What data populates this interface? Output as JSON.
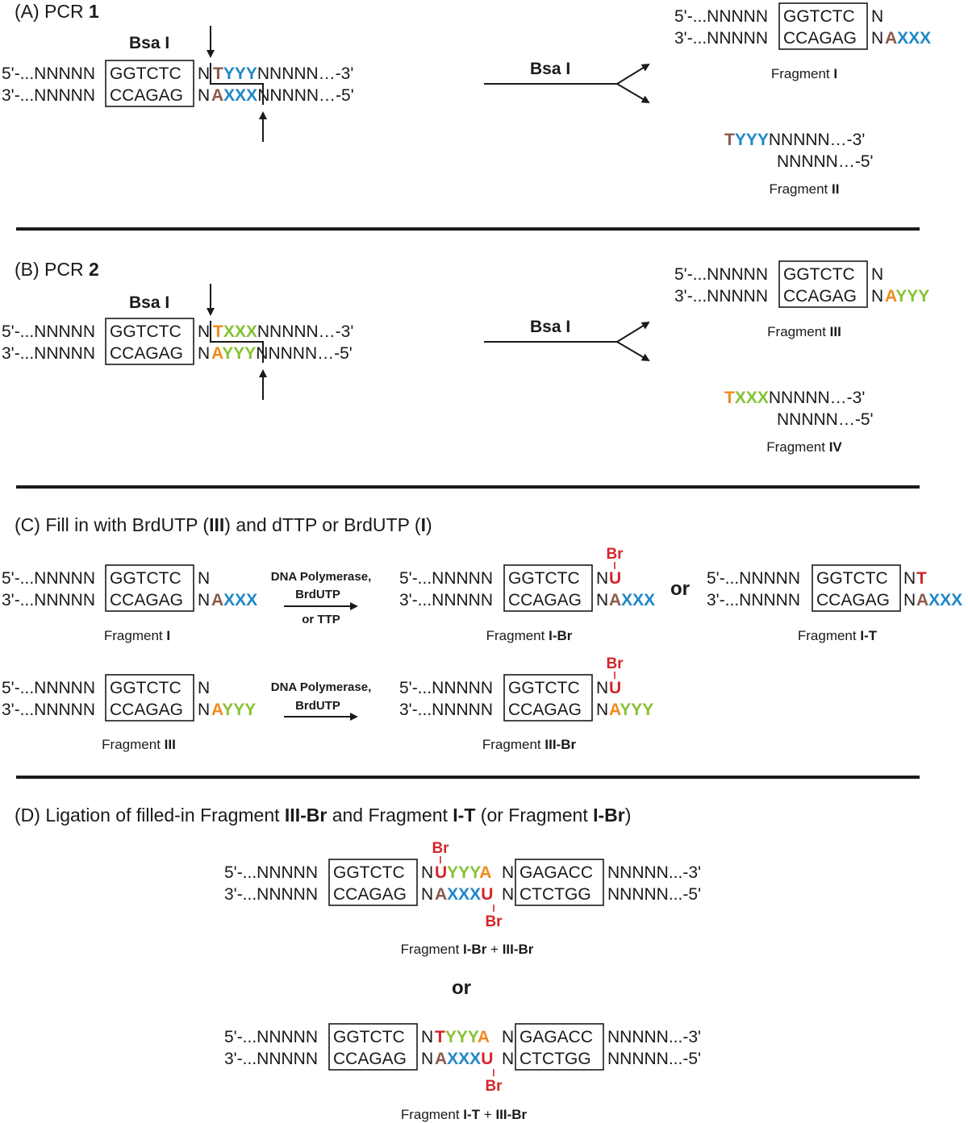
{
  "colors": {
    "brown": "#8b5a4a",
    "blue": "#1f88c8",
    "orange": "#f08a1c",
    "green": "#86c233",
    "red": "#d4262a"
  },
  "panelA": {
    "title_prefix": "(A) PCR ",
    "title_bold": "1",
    "enzyme_label": "Bsa I",
    "top_strand": {
      "prefix": "5'-...NNNNN",
      "site": "GGTCTC",
      "spacer": "N",
      "nt": "T",
      "overhang": "YYY",
      "suffix": "NNNNN…-3'"
    },
    "bottom_strand": {
      "prefix": "3'-...NNNNN",
      "site": "CCAGAG",
      "spacer": "N",
      "nt": "A",
      "overhang": "XXX",
      "suffix": "NNNNN…-5'"
    },
    "digest_label": "Bsa I",
    "product1": {
      "top": {
        "prefix": "5'-...NNNNN",
        "site": "GGTCTC",
        "spacer": "N"
      },
      "bottom": {
        "prefix": "3'-...NNNNN",
        "site": "CCAGAG",
        "spacer": "N",
        "nt": "A",
        "overhang": "XXX"
      },
      "label_prefix": "Fragment ",
      "label_bold": "I"
    },
    "product2": {
      "top": {
        "nt": "T",
        "overhang": "YYY",
        "suffix": "NNNNN…-3'"
      },
      "bottom": "NNNNN…-5'",
      "label_prefix": "Fragment ",
      "label_bold": "II"
    }
  },
  "panelB": {
    "title_prefix": "(B) PCR ",
    "title_bold": "2",
    "enzyme_label": "Bsa I",
    "top_strand": {
      "prefix": "5'-...NNNNN",
      "site": "GGTCTC",
      "spacer": "N",
      "nt": "T",
      "overhang": "XXX",
      "suffix": "NNNNN…-3'"
    },
    "bottom_strand": {
      "prefix": "3'-...NNNNN",
      "site": "CCAGAG",
      "spacer": "N",
      "nt": "A",
      "overhang": "YYY",
      "suffix": "NNNNN…-5'"
    },
    "digest_label": "Bsa I",
    "product1": {
      "top": {
        "prefix": "5'-...NNNNN",
        "site": "GGTCTC",
        "spacer": "N"
      },
      "bottom": {
        "prefix": "3'-...NNNNN",
        "site": "CCAGAG",
        "spacer": "N",
        "nt": "A",
        "overhang": "YYY"
      },
      "label_prefix": "Fragment ",
      "label_bold": "III"
    },
    "product2": {
      "top": {
        "nt": "T",
        "overhang": "XXX",
        "suffix": "NNNNN…-3'"
      },
      "bottom": "NNNNN…-5'",
      "label_prefix": "Fragment ",
      "label_bold": "IV"
    }
  },
  "panelC": {
    "title": {
      "t1": "(C) Fill in with BrdUTP (",
      "b1": "III",
      "t2": ") and dTTP or BrdUTP (",
      "b2": "I",
      "t3": ")"
    },
    "row1": {
      "left": {
        "top": {
          "prefix": "5'-...NNNNN",
          "site": "GGTCTC",
          "spacer": "N"
        },
        "bottom": {
          "prefix": "3'-...NNNNN",
          "site": "CCAGAG",
          "spacer": "N",
          "nt": "A",
          "overhang": "XXX"
        },
        "label_prefix": "Fragment ",
        "label_bold": "I"
      },
      "arrow_label": [
        "DNA Polymerase,",
        "BrdUTP",
        "or TTP"
      ],
      "mid": {
        "br": "Br",
        "top": {
          "prefix": "5'-...NNNNN",
          "site": "GGTCTC",
          "spacer": "N",
          "fill": "U"
        },
        "bottom": {
          "prefix": "3'-...NNNNN",
          "site": "CCAGAG",
          "spacer": "N",
          "nt": "A",
          "overhang": "XXX"
        },
        "label_prefix": "Fragment ",
        "label_bold": "I-Br"
      },
      "or": "or",
      "right": {
        "top": {
          "prefix": "5'-...NNNNN",
          "site": "GGTCTC",
          "spacer": "N",
          "fill": "T"
        },
        "bottom": {
          "prefix": "3'-...NNNNN",
          "site": "CCAGAG",
          "spacer": "N",
          "nt": "A",
          "overhang": "XXX"
        },
        "label_prefix": "Fragment ",
        "label_bold": "I-T"
      }
    },
    "row2": {
      "left": {
        "top": {
          "prefix": "5'-...NNNNN",
          "site": "GGTCTC",
          "spacer": "N"
        },
        "bottom": {
          "prefix": "3'-...NNNNN",
          "site": "CCAGAG",
          "spacer": "N",
          "nt": "A",
          "overhang": "YYY"
        },
        "label_prefix": "Fragment ",
        "label_bold": "III"
      },
      "arrow_label": [
        "DNA Polymerase,",
        "BrdUTP"
      ],
      "mid": {
        "br": "Br",
        "top": {
          "prefix": "5'-...NNNNN",
          "site": "GGTCTC",
          "spacer": "N",
          "fill": "U"
        },
        "bottom": {
          "prefix": "3'-...NNNNN",
          "site": "CCAGAG",
          "spacer": "N",
          "nt": "A",
          "overhang": "YYY"
        },
        "label_prefix": "Fragment ",
        "label_bold": "III-Br"
      }
    }
  },
  "panelD": {
    "title": {
      "t1": "(D) Ligation of filled-in Fragment ",
      "b1": "III-Br",
      "t2": " and Fragment ",
      "b2": "I-T",
      "t3": " (or Fragment ",
      "b3": "I-Br",
      "t4": ")"
    },
    "product1": {
      "br_top": "Br",
      "br_bottom": "Br",
      "top": {
        "prefix": "5'-...NNNNN",
        "site1": "GGTCTC",
        "n1": "N",
        "fill": "U",
        "overhang": "YYY",
        "nt": "A",
        "n2": "N",
        "site2": "GAGACC",
        "suffix": "NNNNN...-3'"
      },
      "bottom": {
        "prefix": "3'-...NNNNN",
        "site1": "CCAGAG",
        "n1": "N",
        "nt": "A",
        "overhang": "XXX",
        "fill": "U",
        "n2": "N",
        "site2": "CTCTGG",
        "suffix": "NNNNN...-5'"
      },
      "label_prefix": "Fragment ",
      "label_bold1": "I-Br",
      "label_plus": " + ",
      "label_bold2": "III-Br"
    },
    "or": "or",
    "product2": {
      "br_bottom": "Br",
      "top": {
        "prefix": "5'-...NNNNN",
        "site1": "GGTCTC",
        "n1": "N",
        "fill": "T",
        "overhang": "YYY",
        "nt": "A",
        "n2": "N",
        "site2": "GAGACC",
        "suffix": "NNNNN...-3'"
      },
      "bottom": {
        "prefix": "3'-...NNNNN",
        "site1": "CCAGAG",
        "n1": "N",
        "nt": "A",
        "overhang": "XXX",
        "fill": "U",
        "n2": "N",
        "site2": "CTCTGG",
        "suffix": "NNNNN...-5'"
      },
      "label_prefix": "Fragment ",
      "label_bold1": "I-T",
      "label_plus": " + ",
      "label_bold2": "III-Br"
    }
  }
}
